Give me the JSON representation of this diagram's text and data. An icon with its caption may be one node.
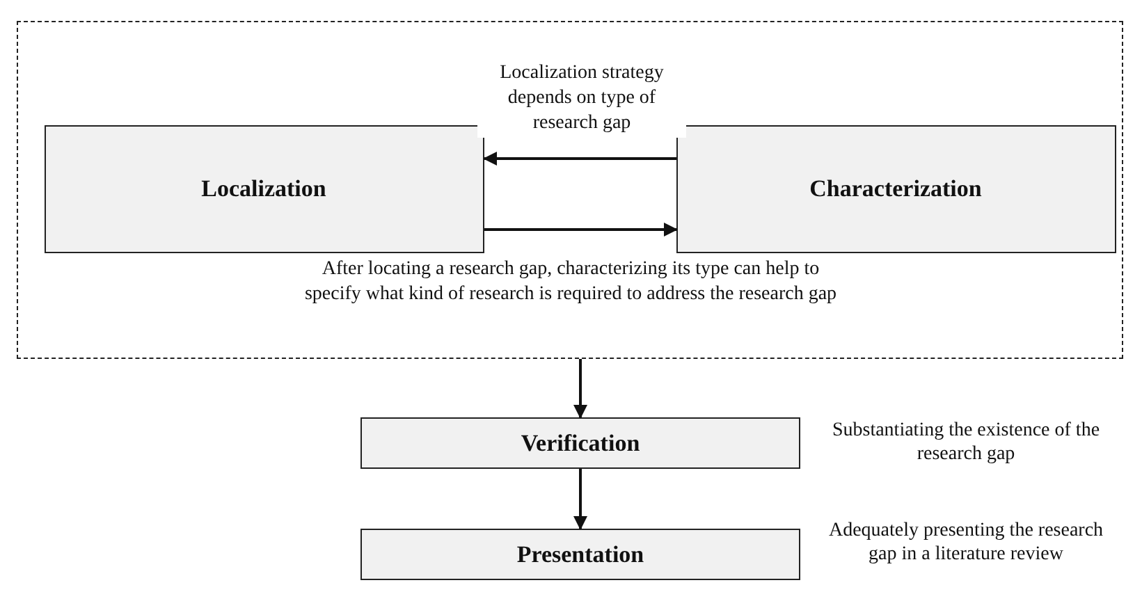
{
  "diagram": {
    "nodes": [
      {
        "text": [],
        "shape": "box"
      },
      {
        "text": [
          "Localization"
        ],
        "in": 0
      },
      {
        "text": [
          "Characterization"
        ],
        "in": 0
      },
      {
        "text": [
          "Verification"
        ],
        "beside": [
          "Substantiating the existence of the research gap"
        ]
      },
      {
        "text": [
          "Presentation"
        ],
        "beside": [
          "Adequately presenting the research gap in a literature review"
        ]
      }
    ],
    "edges": [
      {
        "from": 2,
        "to": 1,
        "arrow": "to",
        "label": "Localization strategy depends on type of research gap"
      },
      {
        "from": 1,
        "to": 2,
        "arrow": "to",
        "label": "After locating a research gap, characterizing its type can help to specify what kind of research is required to address the research gap"
      },
      {
        "from": 0,
        "to": 3,
        "arrow": "to"
      },
      {
        "from": 3,
        "to": 4,
        "arrow": "to"
      }
    ]
  }
}
